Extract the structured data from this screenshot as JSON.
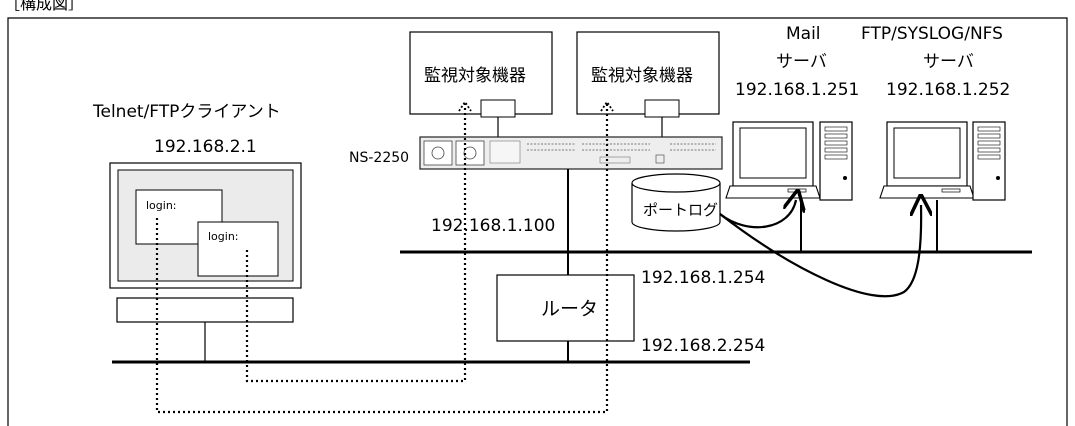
{
  "heading": "［構成図］",
  "devices": {
    "monitored_1": "監視対象機器",
    "monitored_2": "監視対象機器",
    "ns_model": "NS-2250",
    "router": "ルータ",
    "port_log": "ポートログ"
  },
  "client": {
    "title": "Telnet/FTPクライアント",
    "ip": "192.168.2.1",
    "login_1": "login:",
    "login_2": "login:"
  },
  "mail_server": {
    "line1": "Mail",
    "line2": "サーバ",
    "ip": "192.168.1.251"
  },
  "ftp_server": {
    "line1": "FTP/SYSLOG/NFS",
    "line2": "サーバ",
    "ip": "192.168.1.252"
  },
  "addresses": {
    "ns_ip": "192.168.1.100",
    "router_upper": "192.168.1.254",
    "router_lower": "192.168.2.254"
  }
}
